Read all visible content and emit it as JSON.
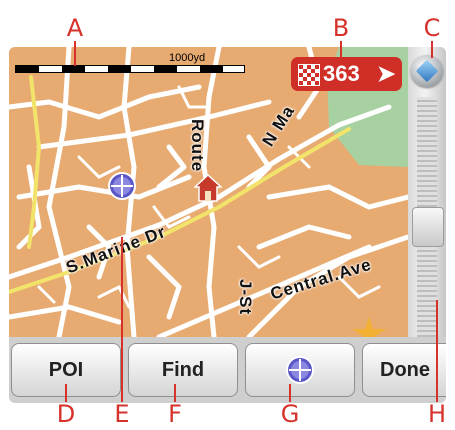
{
  "callouts": {
    "top": [
      "A",
      "B",
      "C"
    ],
    "bottom": [
      "D",
      "E",
      "F",
      "G",
      "H"
    ]
  },
  "map": {
    "scale_label": "1000yd",
    "route_badge": {
      "value": "363",
      "arrow": "➤"
    },
    "streets": {
      "s_marine": "S.Marine Dr",
      "route": "Route",
      "n_ma": "N Ma",
      "central": "Central.Ave",
      "j_st": "J-St"
    }
  },
  "buttons": {
    "poi": "POI",
    "find": "Find",
    "done": "Done"
  },
  "colors": {
    "map_bg": "#e7ab72",
    "park": "#a7d1a0",
    "accent": "#d6322b",
    "route_badge": "#cf2f27"
  }
}
